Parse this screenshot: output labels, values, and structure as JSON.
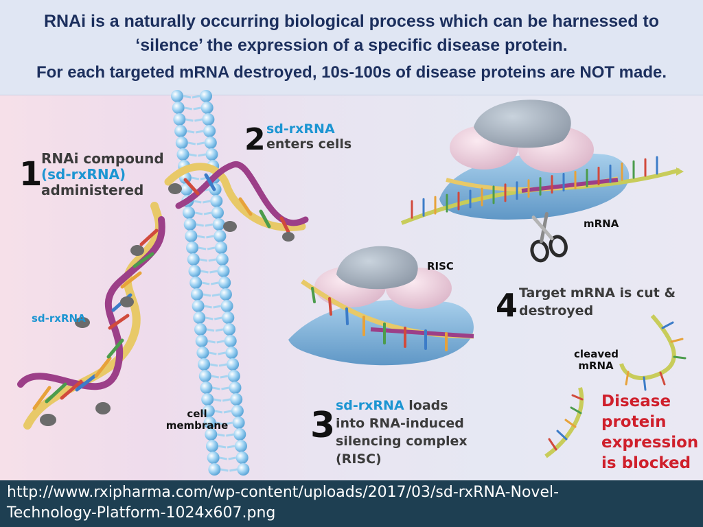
{
  "header": {
    "line1": "RNAi is a naturally occurring biological process which can be harnessed to",
    "line2": "‘silence’ the expression of a specific disease protein.",
    "line3": "For each targeted mRNA destroyed, 10s-100s of disease proteins are NOT made."
  },
  "steps": [
    {
      "number": "1",
      "line1": "RNAi compound",
      "line2": "(sd-rxRNA)",
      "line3": "administered"
    },
    {
      "number": "2",
      "line1": "sd-rxRNA",
      "line2": "enters cells"
    },
    {
      "number": "3",
      "line1": "sd-rxRNA",
      "line1b": " loads",
      "line2": "into RNA-induced",
      "line3": "silencing complex",
      "line4": "(RISC)"
    },
    {
      "number": "4",
      "line1": "Target mRNA is cut &",
      "line2": "destroyed"
    }
  ],
  "labels": {
    "sdrxrna": "sd-rxRNA",
    "cell_membrane_1": "cell",
    "cell_membrane_2": "membrane",
    "risc": "RISC",
    "mrna": "mRNA",
    "cleaved_1": "cleaved",
    "cleaved_2": "mRNA"
  },
  "outcome": {
    "line1": "Disease",
    "line2": "protein",
    "line3": "expression",
    "line4": "is blocked"
  },
  "footer": {
    "line1": "http://www.rxipharma.com/wp-content/uploads/2017/03/sd-rxRNA-Novel-",
    "line2": "Technology-Platform-1024x607.png"
  },
  "colors": {
    "banner_text": "#1c2f5d",
    "accent_blue": "#1c95d2",
    "alert_red": "#cf1f2b",
    "footer_bg": "#1e3f52",
    "membrane": "#8ec8ee",
    "risc_body": "#7fb3da",
    "strand_gold": "#e8c968",
    "strand_purple": "#9c3f88"
  },
  "icons": [
    "scissors-icon"
  ]
}
